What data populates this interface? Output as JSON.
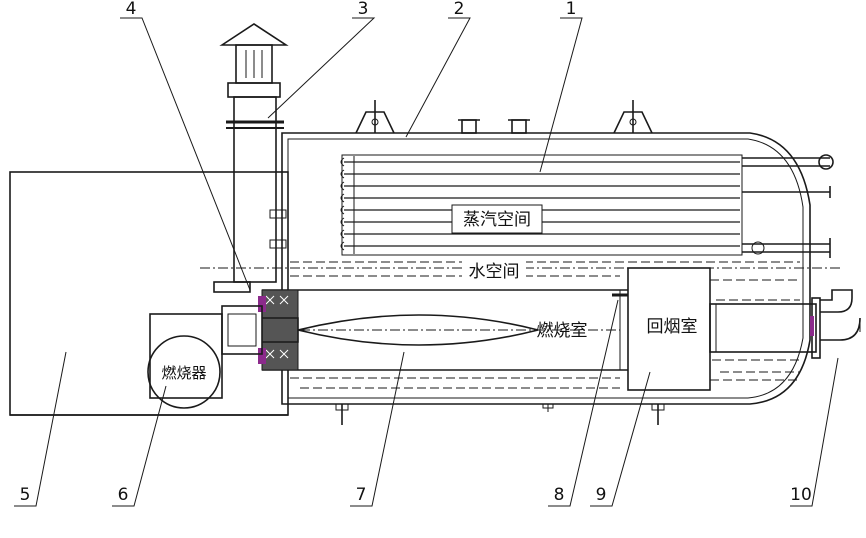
{
  "regions": {
    "steam_space": "蒸汽空间",
    "water_space": "水空间",
    "combustion_chamber": "燃烧室",
    "smoke_return_chamber": "回烟室",
    "burner": "燃烧器"
  },
  "callouts": [
    "1",
    "2",
    "3",
    "4",
    "5",
    "6",
    "7",
    "8",
    "9",
    "10"
  ],
  "colors": {
    "line": "#1a1a1a",
    "accent": "#8b2a8b",
    "background": "#ffffff"
  }
}
